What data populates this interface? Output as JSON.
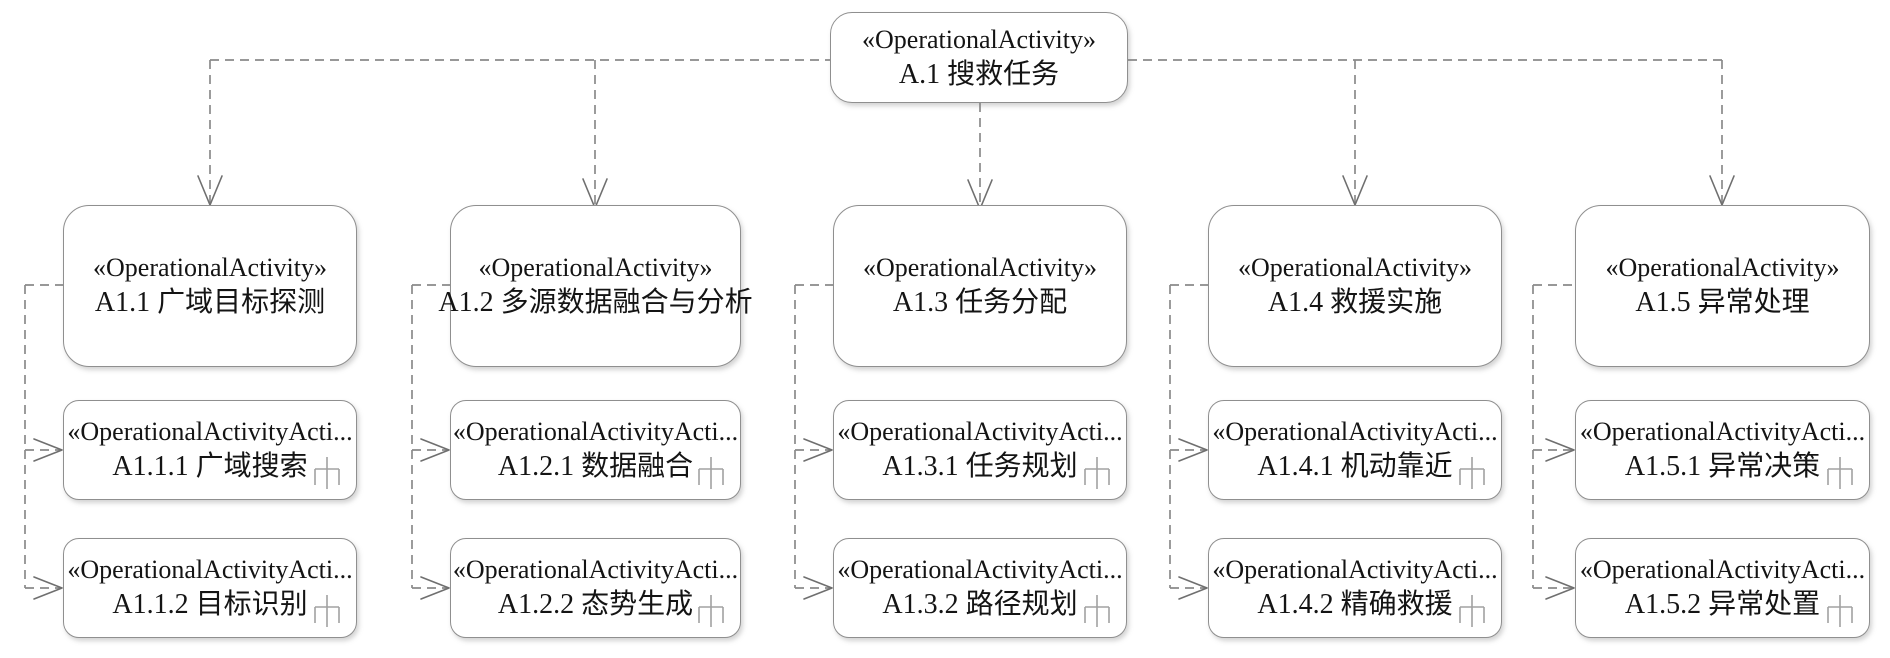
{
  "diagram": {
    "root": {
      "stereotype": "«OperationalActivity»",
      "name": "A.1 搜救任务"
    },
    "columns": [
      {
        "parent": {
          "stereotype": "«OperationalActivity»",
          "name": "A1.1 广域目标探测"
        },
        "children": [
          {
            "stereotype": "«OperationalActivityActi...",
            "name": "A1.1.1 广域搜索"
          },
          {
            "stereotype": "«OperationalActivityActi...",
            "name": "A1.1.2 目标识别"
          }
        ]
      },
      {
        "parent": {
          "stereotype": "«OperationalActivity»",
          "name": "A1.2 多源数据融合与分析"
        },
        "children": [
          {
            "stereotype": "«OperationalActivityActi...",
            "name": "A1.2.1 数据融合"
          },
          {
            "stereotype": "«OperationalActivityActi...",
            "name": "A1.2.2 态势生成"
          }
        ]
      },
      {
        "parent": {
          "stereotype": "«OperationalActivity»",
          "name": "A1.3 任务分配"
        },
        "children": [
          {
            "stereotype": "«OperationalActivityActi...",
            "name": "A1.3.1 任务规划"
          },
          {
            "stereotype": "«OperationalActivityActi...",
            "name": "A1.3.2 路径规划"
          }
        ]
      },
      {
        "parent": {
          "stereotype": "«OperationalActivity»",
          "name": "A1.4 救援实施"
        },
        "children": [
          {
            "stereotype": "«OperationalActivityActi...",
            "name": "A1.4.1 机动靠近"
          },
          {
            "stereotype": "«OperationalActivityActi...",
            "name": "A1.4.2 精确救援"
          }
        ]
      },
      {
        "parent": {
          "stereotype": "«OperationalActivity»",
          "name": "A1.5 异常处理"
        },
        "children": [
          {
            "stereotype": "«OperationalActivityActi...",
            "name": "A1.5.1 异常决策"
          },
          {
            "stereotype": "«OperationalActivityActi...",
            "name": "A1.5.2 异常处置"
          }
        ]
      }
    ],
    "colors": {
      "box_fill": "#ffffff",
      "box_border": "#8f8f8f",
      "connector": "#8a8a8a",
      "arrowhead": "#6f6f6f",
      "text": "#141414"
    },
    "icons": {
      "decomposition": "rake-icon"
    }
  }
}
